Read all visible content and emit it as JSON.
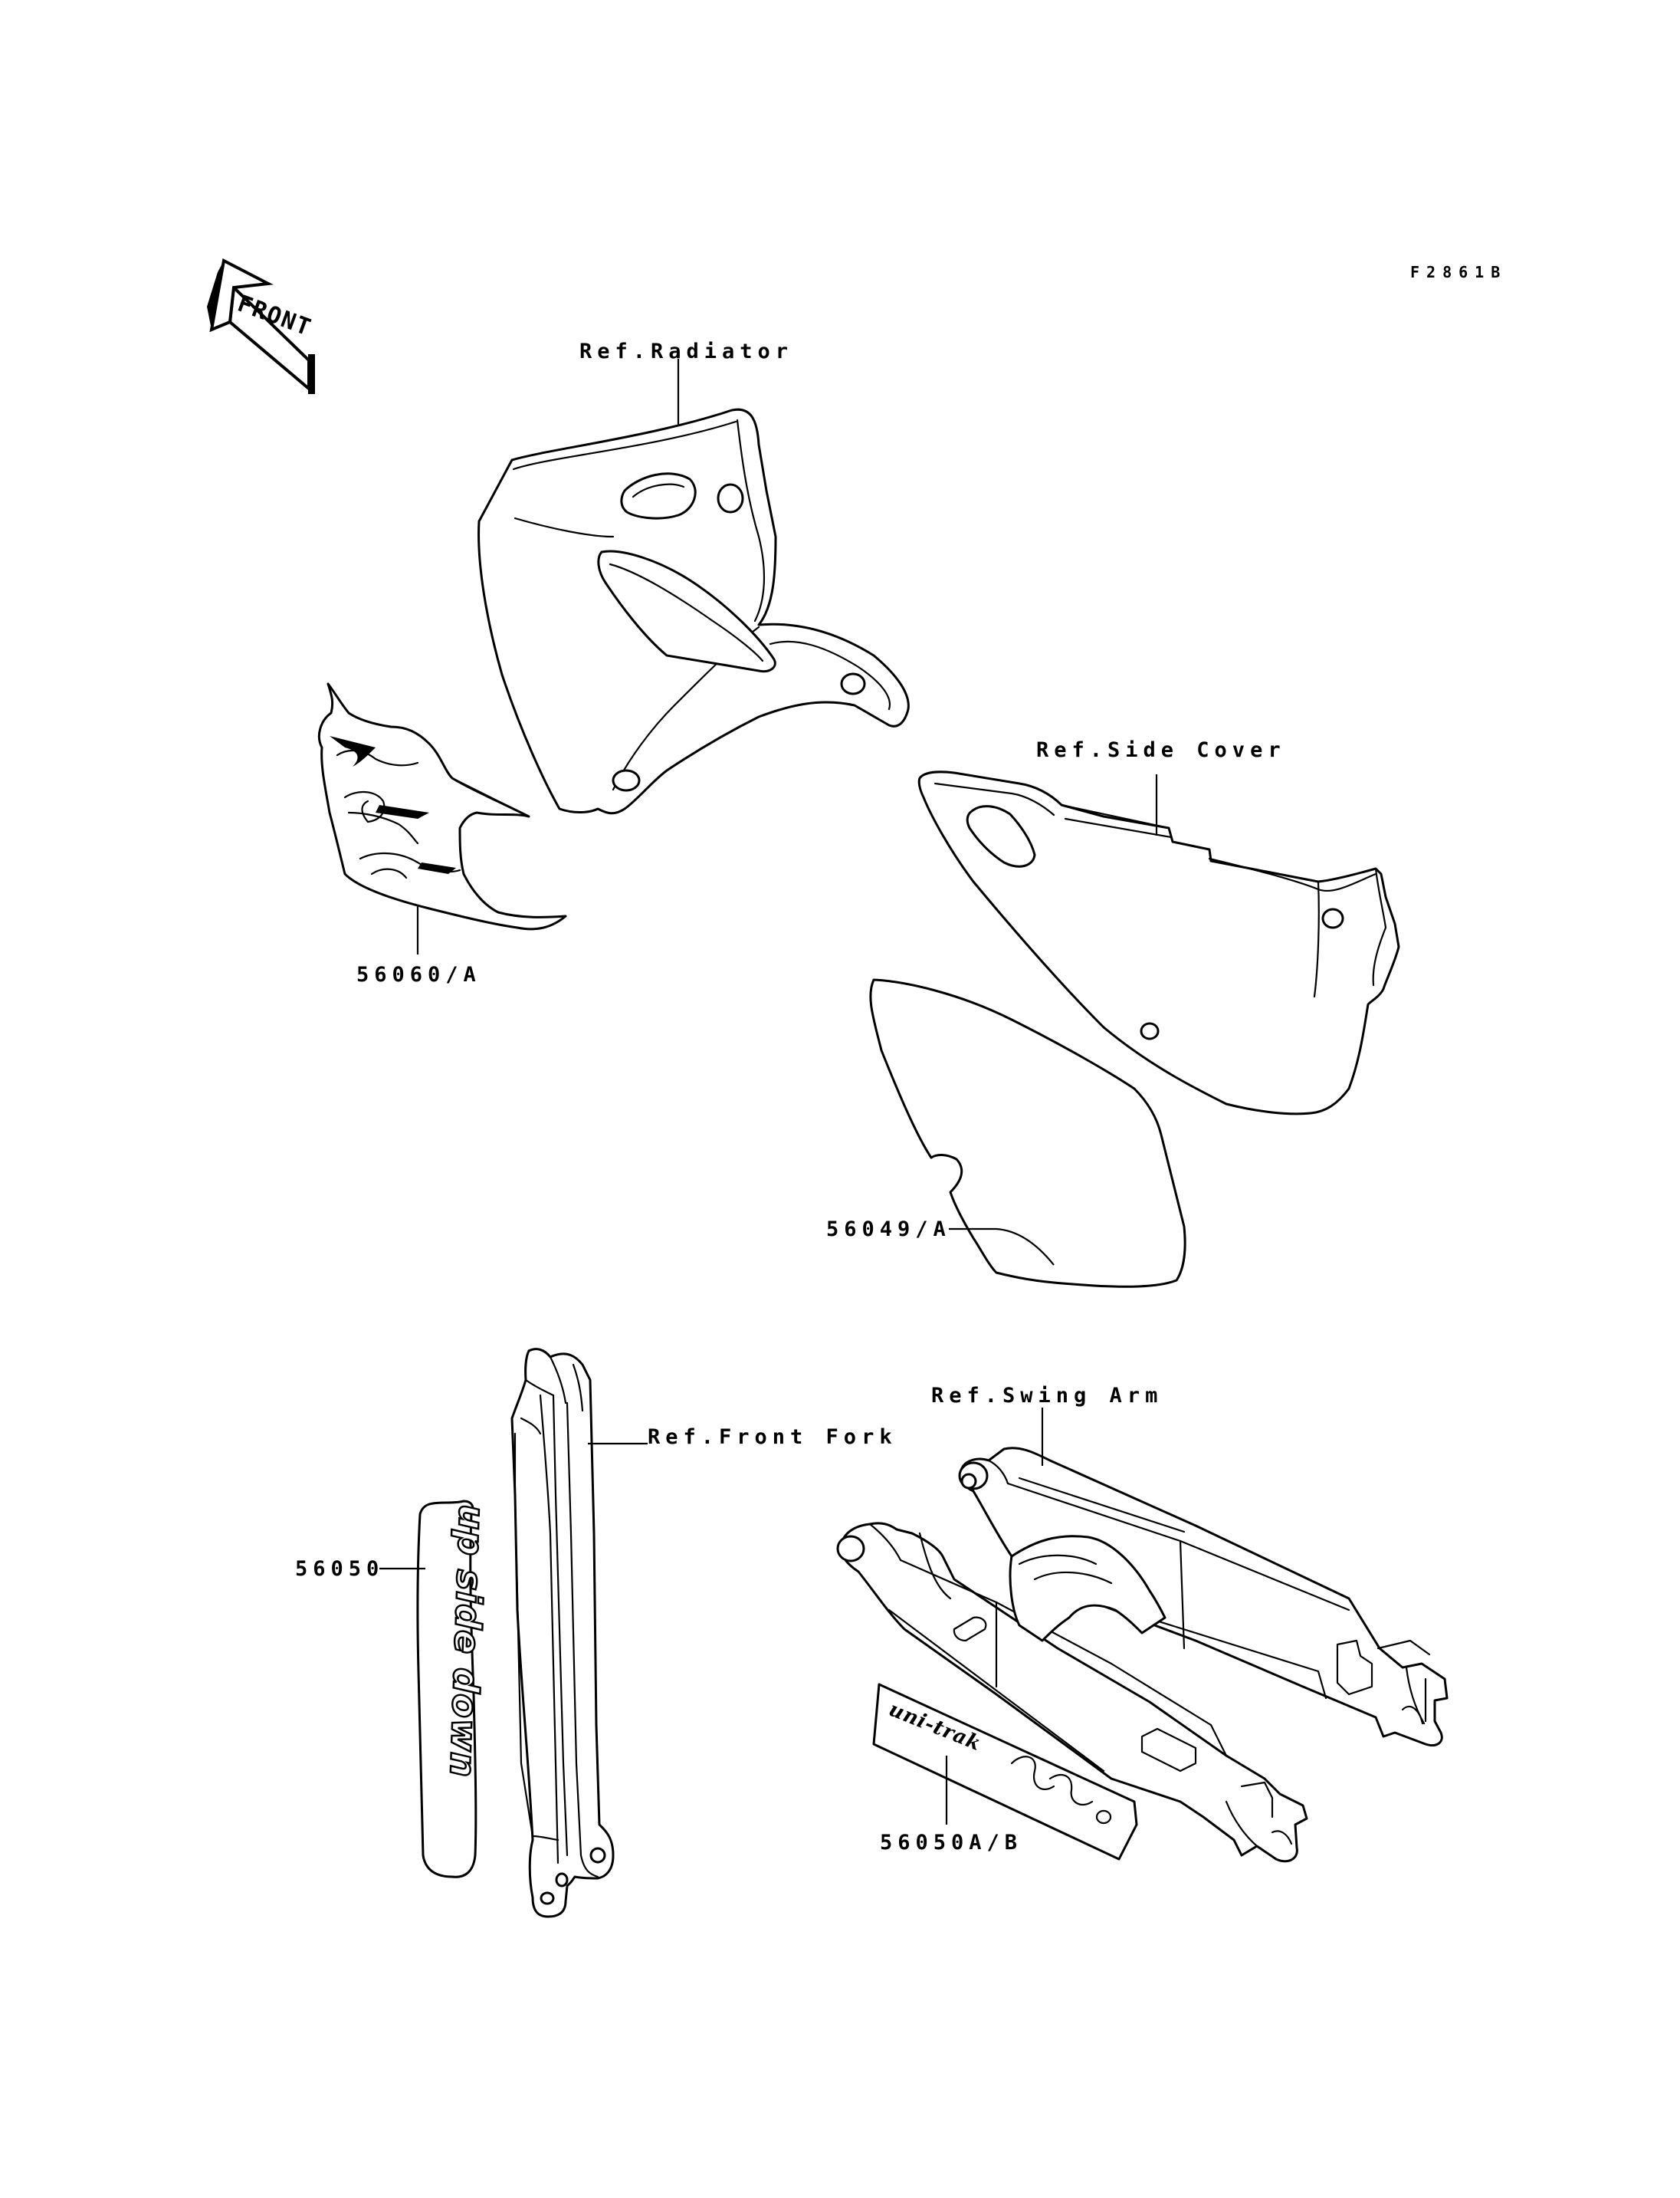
{
  "figure_code": "F2861B",
  "front_arrow_label": "FRONT",
  "labels": {
    "radiator": "Ref.Radiator",
    "side_cover": "Ref.Side Cover",
    "front_fork": "Ref.Front Fork",
    "swing_arm": "Ref.Swing Arm"
  },
  "part_numbers": {
    "shroud_decal": "56060/A",
    "side_cover_decal": "56049/A",
    "fork_decal": "56050",
    "swing_arm_decal": "56050A/B"
  },
  "decal_text": {
    "fork": "up side down",
    "swing_arm": "uni-trak"
  }
}
